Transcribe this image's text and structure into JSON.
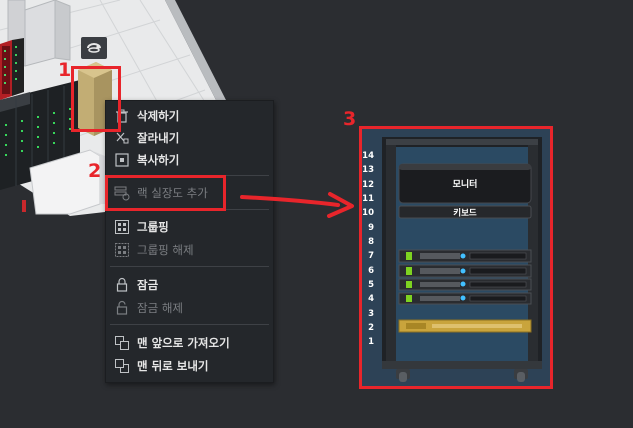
{
  "context_menu": {
    "items": [
      {
        "id": "delete",
        "label": "삭제하기",
        "icon": "trash-icon",
        "enabled": true
      },
      {
        "id": "cut",
        "label": "잘라내기",
        "icon": "scissors-icon",
        "enabled": true
      },
      {
        "id": "copy",
        "label": "복사하기",
        "icon": "copy-icon",
        "enabled": true
      },
      {
        "id": "add-rack-equipment",
        "label": "랙 실장도 추가",
        "icon": "rack-add-icon",
        "enabled": false
      },
      {
        "id": "group",
        "label": "그룹핑",
        "icon": "group-icon",
        "enabled": true
      },
      {
        "id": "ungroup",
        "label": "그룹핑 해제",
        "icon": "ungroup-icon",
        "enabled": false
      },
      {
        "id": "lock",
        "label": "잠금",
        "icon": "lock-icon",
        "enabled": true
      },
      {
        "id": "unlock",
        "label": "잠금 해제",
        "icon": "unlock-icon",
        "enabled": false
      },
      {
        "id": "bring-to-front",
        "label": "맨 앞으로 가져오기",
        "icon": "bring-front-icon",
        "enabled": true
      },
      {
        "id": "send-to-back",
        "label": "맨 뒤로 보내기",
        "icon": "send-back-icon",
        "enabled": true
      }
    ]
  },
  "annotations": {
    "step1": "1",
    "step2": "2",
    "step3": "3"
  },
  "rack": {
    "unit_numbers": [
      "14",
      "13",
      "12",
      "11",
      "10",
      "9",
      "8",
      "7",
      "6",
      "5",
      "4",
      "3",
      "2",
      "1"
    ],
    "monitor_label": "모니터",
    "keyboard_label": "키보드"
  },
  "colors": {
    "annotation": "#e8252b",
    "menu_bg": "#24272b",
    "canvas_bg": "#2b2d31",
    "rack_bg": "#2d4256",
    "selected_rack": "#c2ad74"
  }
}
